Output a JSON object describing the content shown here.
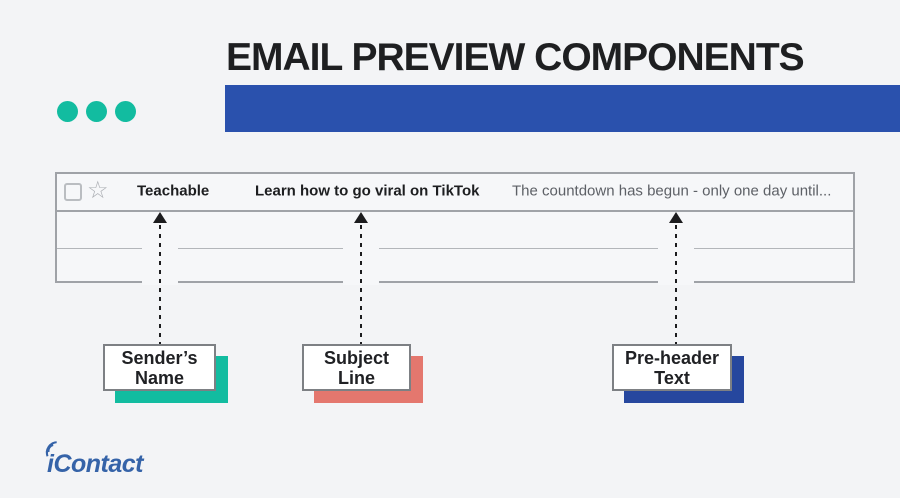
{
  "header": {
    "title": "EMAIL PREVIEW COMPONENTS",
    "accent_bar_color": "#2a51ad",
    "dots_color": "#12bca0"
  },
  "inbox_row": {
    "checkbox_icon": "checkbox-unchecked",
    "star_icon": "star-outline",
    "sender": "Teachable",
    "subject": "Learn how to go viral on TikTok",
    "preview": "The countdown has begun - only one day until..."
  },
  "callouts": [
    {
      "line1": "Sender’s",
      "line2": "Name",
      "accent_color": "#12bca0"
    },
    {
      "line1": "Subject",
      "line2": "Line",
      "accent_color": "#e4776e"
    },
    {
      "line1": "Pre-header",
      "line2": "Text",
      "accent_color": "#26479e"
    }
  ],
  "footer": {
    "brand": "iContact",
    "brand_color": "#3563a8"
  }
}
